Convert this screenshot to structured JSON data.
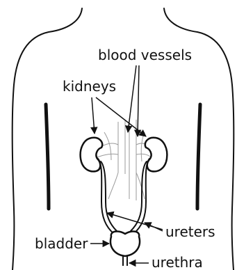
{
  "labels": {
    "blood_vessels": "blood vessels",
    "kidneys": "kidneys",
    "ureters": "ureters",
    "bladder": "bladder",
    "urethra": "urethra"
  }
}
